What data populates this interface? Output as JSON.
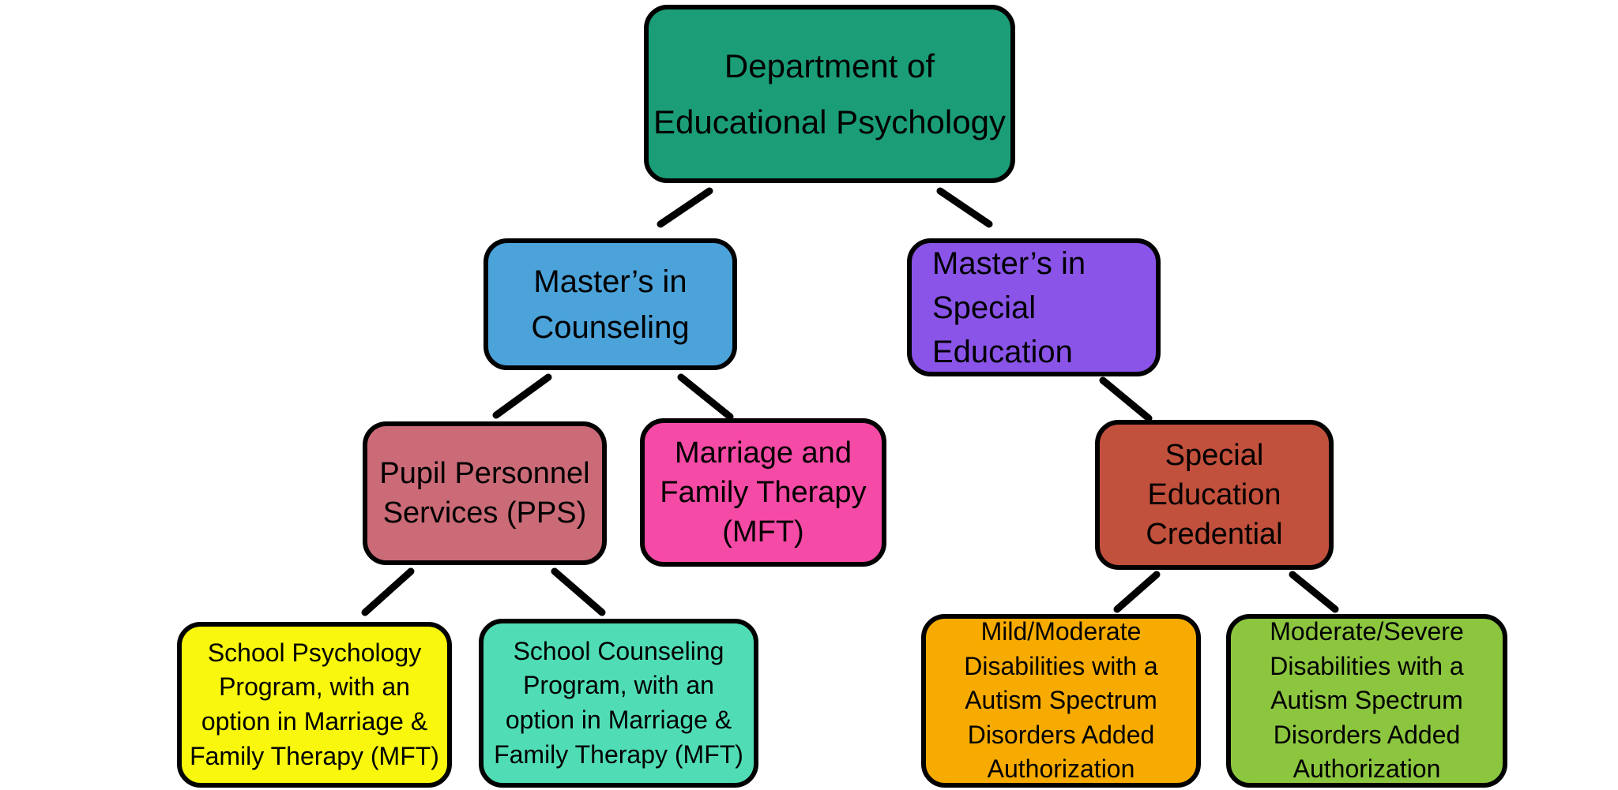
{
  "diagram": {
    "background": "#ffffff",
    "edge_color": "#000000",
    "border_color": "#000000",
    "text_color": "#000000",
    "nodes": {
      "department": {
        "label": "Department of\nEducational Psychology",
        "color": "#1b9e77"
      },
      "counseling": {
        "label": "Master’s in\nCounseling",
        "color": "#4ba3da"
      },
      "special_education": {
        "label": "Master’s in\nSpecial\nEducation",
        "color": "#8a54e8"
      },
      "pps": {
        "label": "Pupil Personnel\nServices (PPS)",
        "color": "#ca6b77"
      },
      "mft": {
        "label": "Marriage and\nFamily Therapy\n(MFT)",
        "color": "#f54aa5"
      },
      "sped_credential": {
        "label": "Special\nEducation\nCredential",
        "color": "#c1503c"
      },
      "school_psychology": {
        "label": "School Psychology\nProgram, with an\noption in Marriage &\nFamily Therapy (MFT)",
        "color": "#f8f70d"
      },
      "school_counseling": {
        "label": "School Counseling\nProgram, with an\noption in Marriage &\nFamily Therapy (MFT)",
        "color": "#50ddb6"
      },
      "mild_moderate": {
        "label": "Mild/Moderate\nDisabilities with a\nAutism Spectrum\nDisorders Added\nAuthorization",
        "color": "#f7ab00"
      },
      "moderate_severe": {
        "label": "Moderate/Severe\nDisabilities with a\nAutism Spectrum\nDisorders Added\nAuthorization",
        "color": "#8cc63f"
      }
    },
    "edges": [
      {
        "from": "department",
        "to": "counseling"
      },
      {
        "from": "department",
        "to": "special_education"
      },
      {
        "from": "counseling",
        "to": "pps"
      },
      {
        "from": "counseling",
        "to": "mft"
      },
      {
        "from": "special_education",
        "to": "sped_credential"
      },
      {
        "from": "pps",
        "to": "school_psychology"
      },
      {
        "from": "pps",
        "to": "school_counseling"
      },
      {
        "from": "sped_credential",
        "to": "mild_moderate"
      },
      {
        "from": "sped_credential",
        "to": "moderate_severe"
      }
    ]
  }
}
